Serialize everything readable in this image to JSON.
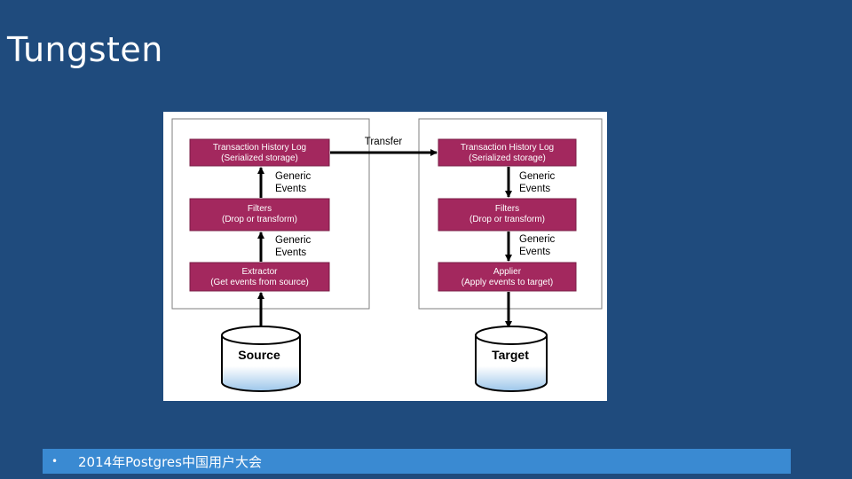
{
  "slide": {
    "title": "Tungsten"
  },
  "footer": {
    "bullet": "•",
    "text": "2014年Postgres中国用户大会"
  },
  "diagram": {
    "left_stages": [
      {
        "line1": "Transaction History Log",
        "line2": "(Serialized storage)"
      },
      {
        "line1": "Filters",
        "line2": "(Drop or transform)"
      },
      {
        "line1": "Extractor",
        "line2": "(Get events from source)"
      }
    ],
    "right_stages": [
      {
        "line1": "Transaction History Log",
        "line2": "(Serialized storage)"
      },
      {
        "line1": "Filters",
        "line2": "(Drop or transform)"
      },
      {
        "line1": "Applier",
        "line2": "(Apply events to target)"
      }
    ],
    "event_label": {
      "line1": "Generic",
      "line2": "Events"
    },
    "transfer_label": "Transfer",
    "source_label": "Source",
    "target_label": "Target",
    "colors": {
      "stage": "#a3285e",
      "background": "#1f4b7d",
      "footer": "#3a8ad2"
    }
  }
}
